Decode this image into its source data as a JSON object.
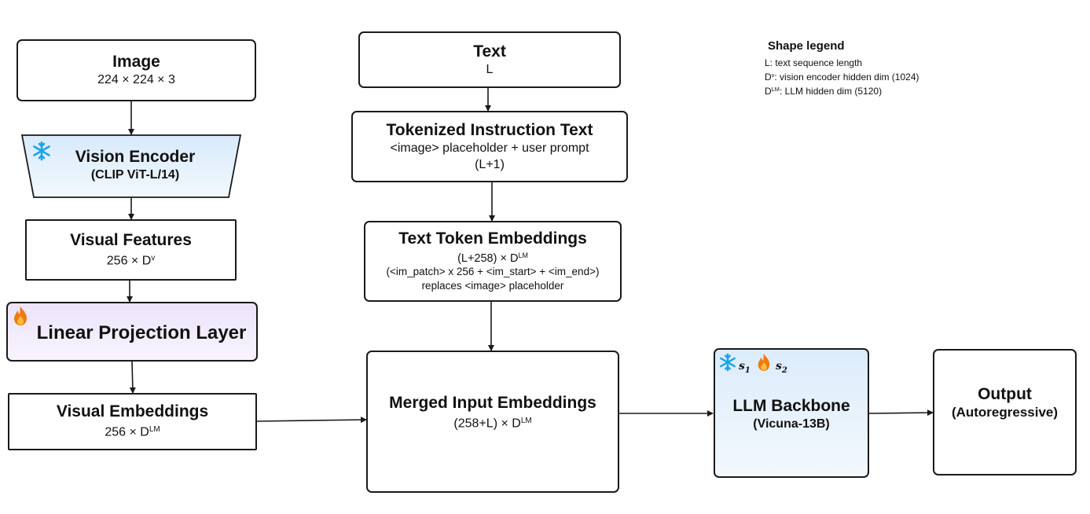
{
  "image_box": {
    "title": "Image",
    "dims": "224 × 224 × 3"
  },
  "vision_encoder": {
    "title": "Vision Encoder",
    "model": "(CLIP ViT-L/14)",
    "icon": "snowflake-icon"
  },
  "visual_features": {
    "title": "Visual Features",
    "dims_base": "256 × D",
    "dims_sup": "v"
  },
  "linear_projection": {
    "title": "Linear Projection Layer",
    "icon": "flame-icon"
  },
  "visual_embeddings": {
    "title": "Visual Embeddings",
    "dims_base": "256 × D",
    "dims_sup": "LM"
  },
  "text_box": {
    "title": "Text",
    "dims": "L"
  },
  "tokenized": {
    "title": "Tokenized Instruction Text",
    "line1": "<image> placeholder + user prompt",
    "line2": "(L+1)"
  },
  "text_token_emb": {
    "title": "Text Token Embeddings",
    "dims_base": "(L+258) × D",
    "dims_sup": "LM",
    "line2": "(<im_patch> x 256 + <im_start> + <im_end>)",
    "line3": "replaces <image> placeholder"
  },
  "merged": {
    "title": "Merged Input Embeddings",
    "dims_base": "(258+L) × D",
    "dims_sup": "LM"
  },
  "llm": {
    "title": "LLM Backbone",
    "model": "(Vicuna-13B)",
    "stage1": "s",
    "stage1_sub": "1",
    "stage2": "s",
    "stage2_sub": "2"
  },
  "output": {
    "title": "Output",
    "subtitle": "(Autoregressive)"
  },
  "legend": {
    "title": "Shape legend",
    "l_text": "L: text sequence length",
    "dv_base": "D",
    "dv_sup": "v",
    "dv_text": ": vision encoder hidden dim (1024)",
    "dlm_base": "D",
    "dlm_sup": "LM",
    "dlm_text": ": LLM hidden dim (5120)"
  },
  "colors": {
    "frozen": "#dcecfb",
    "trainable": "#ece3fa",
    "snowflake": "#1aa3e8",
    "flame": "#f07a10"
  }
}
